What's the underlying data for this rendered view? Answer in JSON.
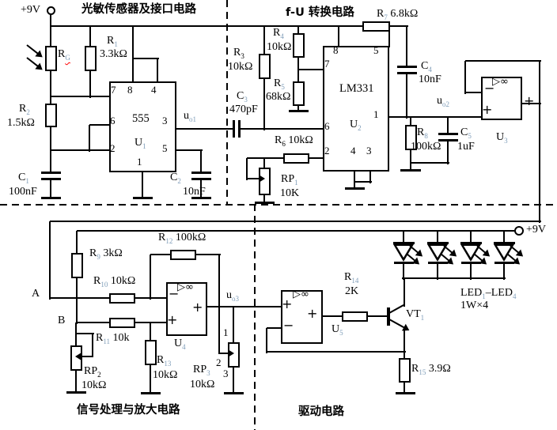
{
  "colors": {
    "background": "#ffffff",
    "line": "#000000",
    "subscript": "#7f9db9",
    "squiggle": "#ff0000"
  },
  "section_titles": {
    "sensor": "光敏传感器及接口电路",
    "f_u": "f-U 转换电路",
    "signal": "信号处理与放大电路",
    "driver": "驱动电路"
  },
  "texts": {
    "pwr_left": {
      "main": "+9V"
    },
    "pwr_right": {
      "main": "+9V"
    },
    "title_sensor": {
      "main": "光敏传感器及接口电路"
    },
    "title_fu": {
      "main": "f-U 转换电路"
    },
    "title_signal": {
      "main": "信号处理与放大电路"
    },
    "title_driver": {
      "main": "驱动电路"
    },
    "rg": {
      "main": "R",
      "sub": "G",
      "squiggle": true
    },
    "r1": {
      "main": "R",
      "sub": "1"
    },
    "r1v": {
      "main": "3.3kΩ"
    },
    "r2": {
      "main": "R",
      "sub": "2"
    },
    "r2v": {
      "main": "1.5kΩ"
    },
    "c1": {
      "main": "C",
      "sub": "1"
    },
    "c1v": {
      "main": "100nF"
    },
    "c2": {
      "main": "C",
      "sub": "2"
    },
    "c2v": {
      "main": "10nF"
    },
    "u1": {
      "main": "U",
      "sub": "1"
    },
    "u1part": {
      "main": "555"
    },
    "u1p7": {
      "main": "7"
    },
    "u1p8": {
      "main": "8"
    },
    "u1p4": {
      "main": "4"
    },
    "u1p6": {
      "main": "6"
    },
    "u1p2": {
      "main": "2"
    },
    "u1p3": {
      "main": "3"
    },
    "u1p5": {
      "main": "5"
    },
    "u1p1": {
      "main": "1"
    },
    "uo1": {
      "main": "u",
      "sub": "o1"
    },
    "r3": {
      "main": "R",
      "sub": "3",
      "dark": true
    },
    "r3v": {
      "main": "10kΩ"
    },
    "c3": {
      "main": "C",
      "sub": "3"
    },
    "c3v": {
      "main": "470pF"
    },
    "r4": {
      "main": "R",
      "sub": "4"
    },
    "r4v": {
      "main": "10kΩ"
    },
    "r5": {
      "main": "R",
      "sub": "5"
    },
    "r5v": {
      "main": "68kΩ"
    },
    "r6": {
      "main": "R",
      "sub": "6",
      "dark": true,
      "tail": " 10kΩ"
    },
    "r7": {
      "main": "R",
      "sub": "7",
      "tail": " 6.8kΩ"
    },
    "rp1": {
      "main": "RP",
      "sub": "1"
    },
    "rp1v": {
      "main": "10K"
    },
    "u2": {
      "main": "U",
      "sub": "2"
    },
    "u2part": {
      "main": "LM331"
    },
    "u2p8": {
      "main": "8"
    },
    "u2p5": {
      "main": "5"
    },
    "u2p7": {
      "main": "7"
    },
    "u2p6": {
      "main": "6"
    },
    "u2p2": {
      "main": "2"
    },
    "u2p1": {
      "main": "1"
    },
    "u2p4": {
      "main": "4"
    },
    "u2p3": {
      "main": "3"
    },
    "c4": {
      "main": "C",
      "sub": "4"
    },
    "c4v": {
      "main": "10nF"
    },
    "uo2": {
      "main": "u",
      "sub": "o2"
    },
    "r8": {
      "main": "R",
      "sub": "8"
    },
    "r8v": {
      "main": "100kΩ"
    },
    "c5": {
      "main": "C",
      "sub": "5"
    },
    "c5v": {
      "main": "1uF"
    },
    "u3": {
      "main": "U",
      "sub": "3"
    },
    "oa3": {
      "main": "▷∞"
    },
    "u3minus": {
      "main": "−"
    },
    "u3plus": {
      "main": "+"
    },
    "u3out": {
      "main": "+"
    },
    "nodeA": {
      "main": "A"
    },
    "nodeB": {
      "main": "B"
    },
    "r9": {
      "main": "R",
      "sub": "9",
      "tail": " 3kΩ"
    },
    "r10": {
      "main": "R",
      "sub": "10",
      "tail": " 10kΩ"
    },
    "r11": {
      "main": "R",
      "sub": "11",
      "tail": " 10k"
    },
    "r12": {
      "main": "R",
      "sub": "12",
      "tail": " 100kΩ"
    },
    "rp2": {
      "main": "RP",
      "sub": "2",
      "dark": true
    },
    "rp2v": {
      "main": "10kΩ"
    },
    "r13": {
      "main": "R",
      "sub": "13"
    },
    "r13v": {
      "main": "10kΩ"
    },
    "u4": {
      "main": "U",
      "sub": "4"
    },
    "oa4": {
      "main": "▷∞"
    },
    "u4minus": {
      "main": "−"
    },
    "u4plus": {
      "main": "+"
    },
    "u4out": {
      "main": "+"
    },
    "uo3": {
      "main": "u",
      "sub": "o3"
    },
    "rp3": {
      "main": "RP",
      "sub": "3"
    },
    "rp3v": {
      "main": "10kΩ"
    },
    "rp3p1": {
      "main": "1"
    },
    "rp3p2": {
      "main": "2"
    },
    "rp3p3": {
      "main": "3"
    },
    "u5": {
      "main": "U",
      "sub": "5"
    },
    "oa5": {
      "main": "▷∞"
    },
    "u5plus": {
      "main": "+"
    },
    "u5minus": {
      "main": "−"
    },
    "u5out": {
      "main": "+"
    },
    "r14": {
      "main": "R",
      "sub": "14"
    },
    "r14v": {
      "main": "2K"
    },
    "vt1": {
      "main": "VT",
      "sub": "1"
    },
    "leds": {
      "main": "LED",
      "sub": "1",
      "tail": "–LED",
      "sub2": "4"
    },
    "ledsv": {
      "main": "1W×4"
    },
    "r15": {
      "main": "R",
      "sub": "15",
      "tail": " 3.9Ω"
    }
  }
}
